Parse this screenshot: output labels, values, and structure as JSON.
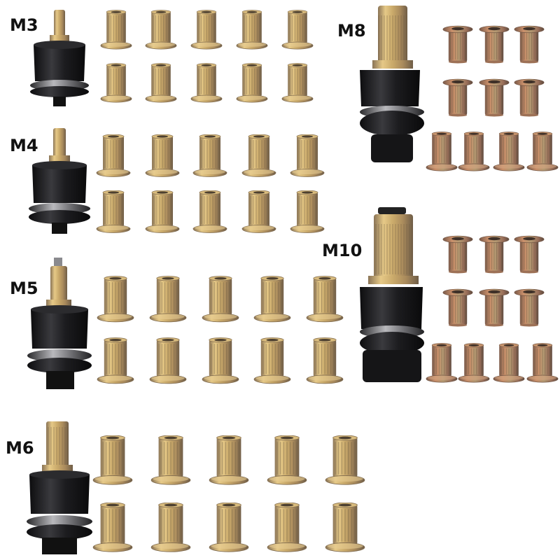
{
  "labels": {
    "m3": "M3",
    "m4": "M4",
    "m5": "M5",
    "m6": "M6",
    "m8": "M8",
    "m10": "M10"
  },
  "colors": {
    "background": "#ffffff",
    "tool_black": "#1b1b1d",
    "tool_ring": "#6e6e72",
    "nut_zinc_light": "#e3c27a",
    "nut_zinc_mid": "#b89a62",
    "nut_zinc_dark": "#7c6a52",
    "nut_iridescent": "#b07a5a"
  },
  "groups": [
    {
      "size": "M3",
      "tool": "threaded-mandrel-head",
      "rivet_nuts_shown": 10
    },
    {
      "size": "M4",
      "tool": "threaded-mandrel-head",
      "rivet_nuts_shown": 10
    },
    {
      "size": "M5",
      "tool": "threaded-mandrel-head",
      "rivet_nuts_shown": 10
    },
    {
      "size": "M6",
      "tool": "threaded-mandrel-head",
      "rivet_nuts_shown": 10
    },
    {
      "size": "M8",
      "tool": "threaded-mandrel-head",
      "rivet_nuts_shown": 10
    },
    {
      "size": "M10",
      "tool": "threaded-mandrel-head",
      "rivet_nuts_shown": 10
    }
  ]
}
